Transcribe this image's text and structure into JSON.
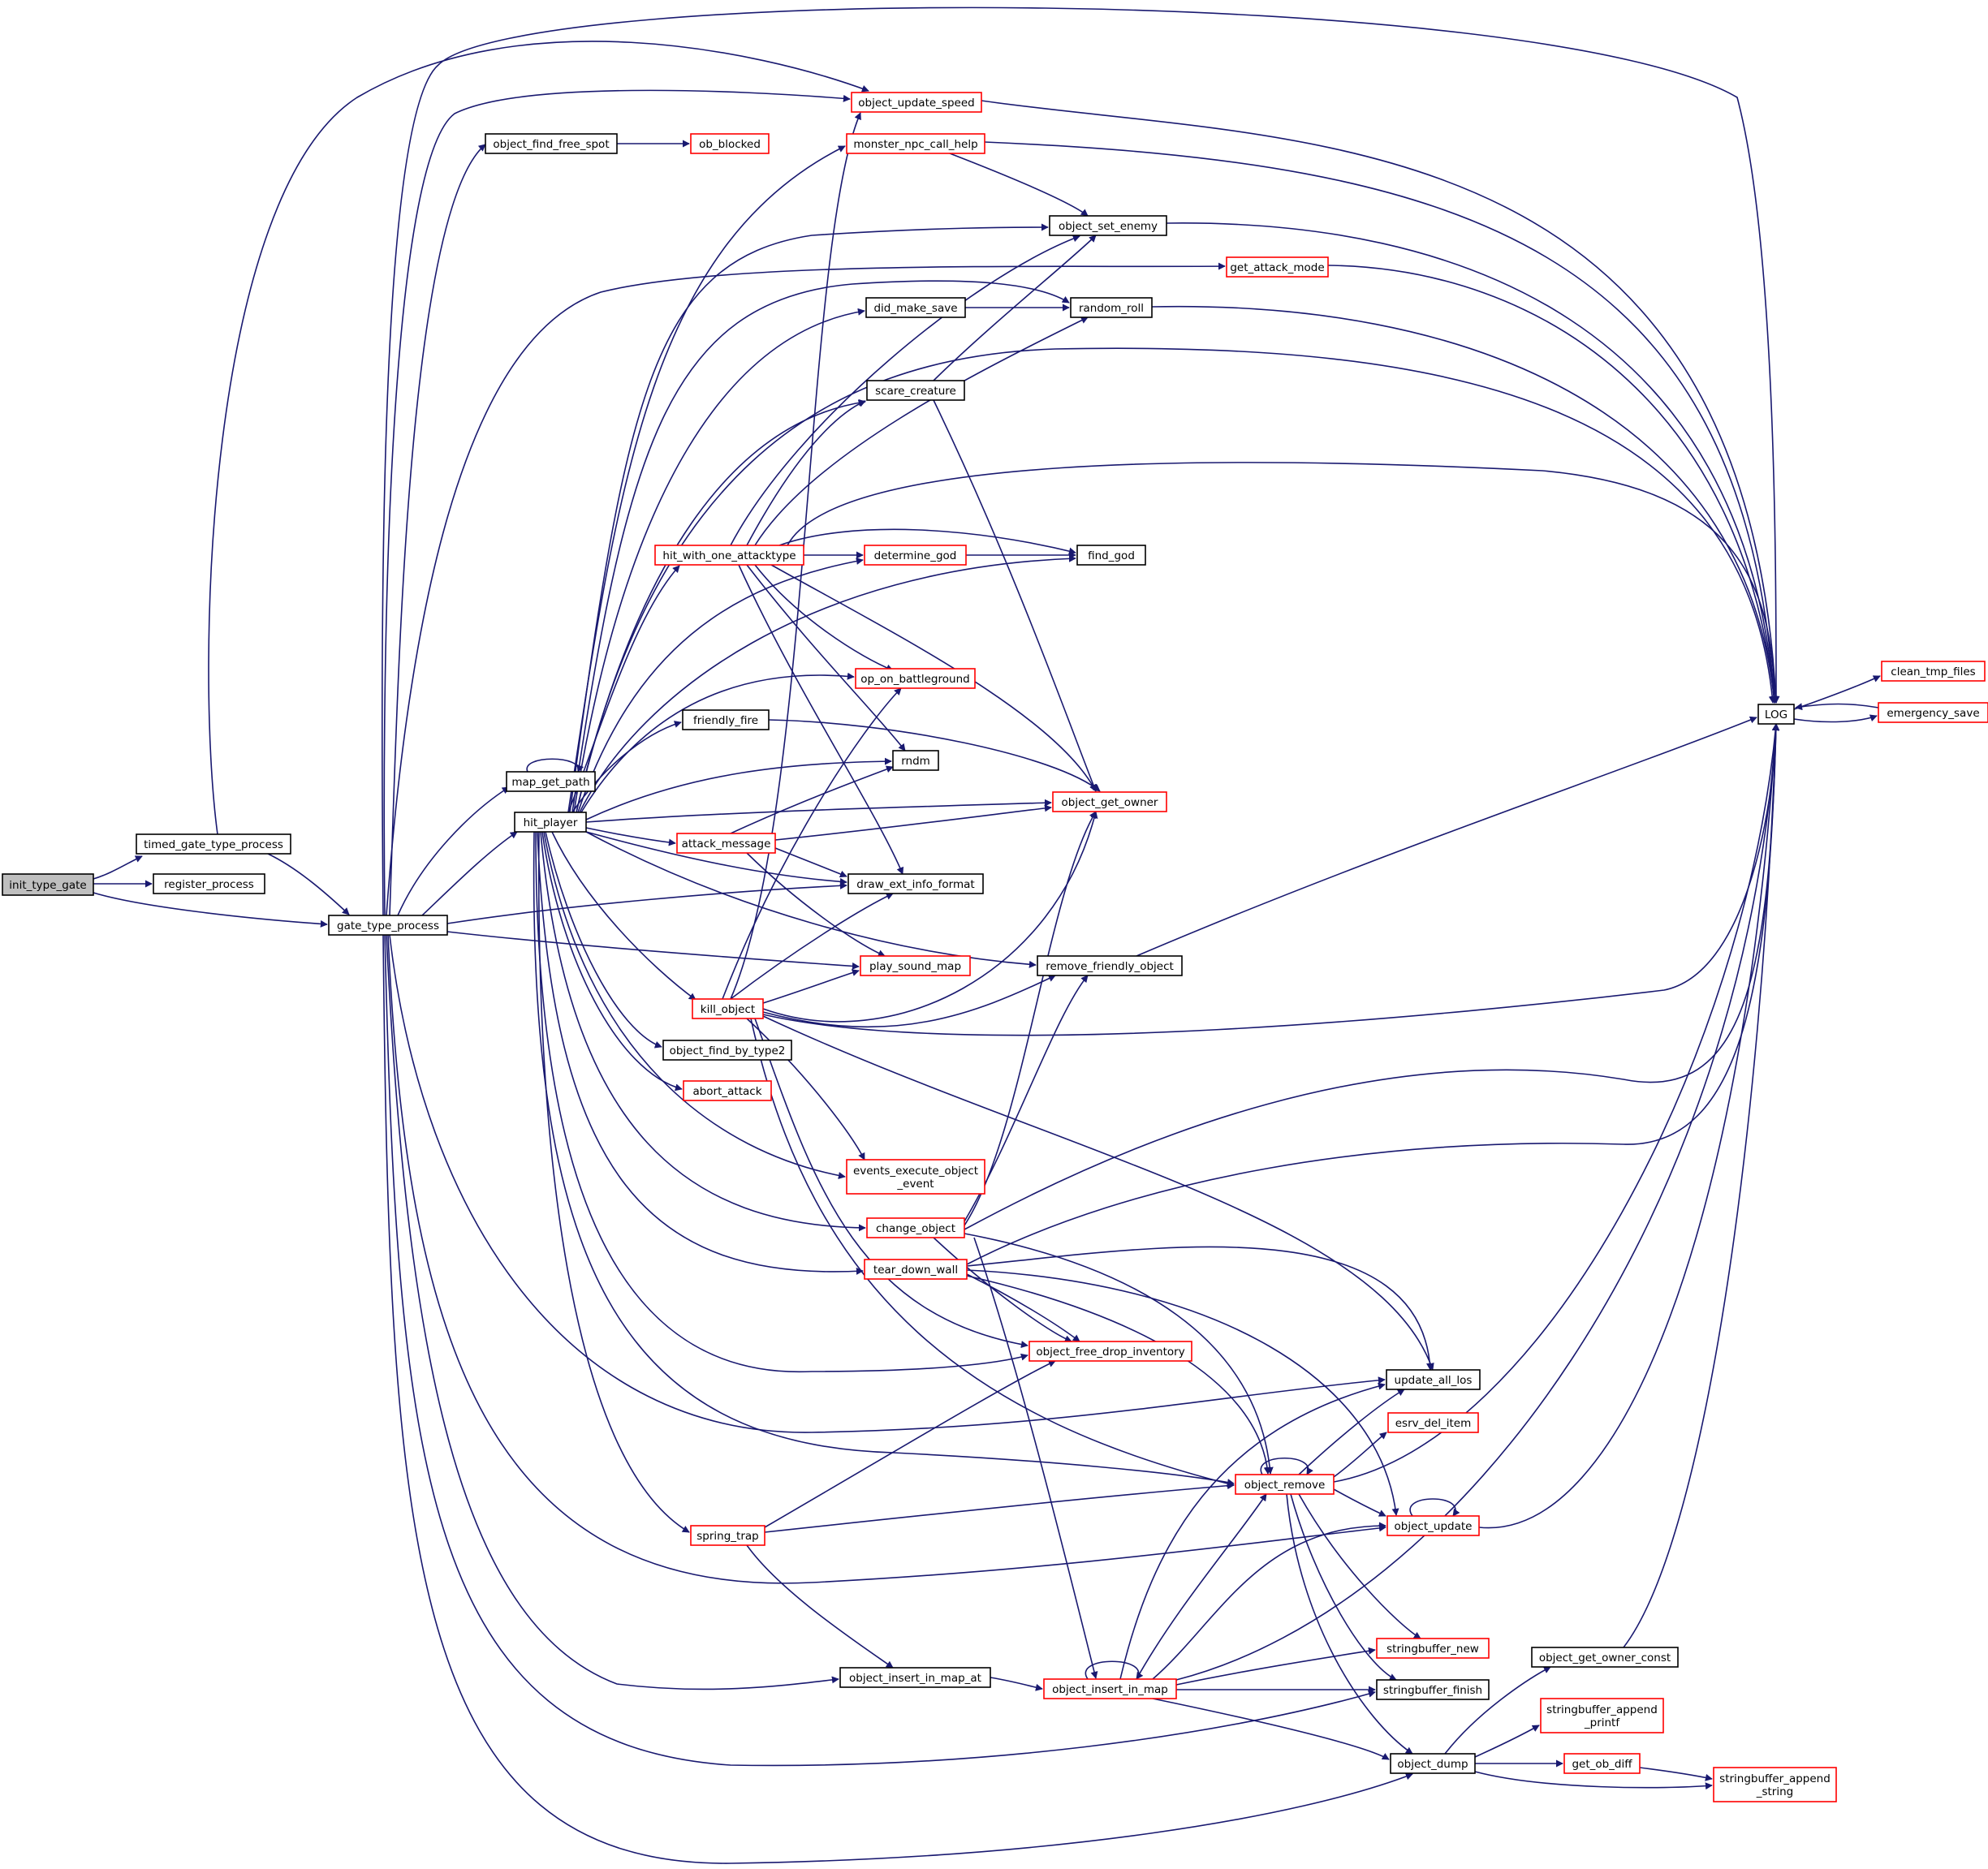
{
  "colors": {
    "edge": "#191970",
    "border_normal": "#000000",
    "border_truncated": "#ff0000",
    "fill_root": "#bfbfbf",
    "fill_node": "#ffffff"
  },
  "nodes": [
    {
      "id": "init_type_gate",
      "lines": [
        "init_type_gate"
      ],
      "style": "root"
    },
    {
      "id": "timed_gate_type_process",
      "lines": [
        "timed_gate_type_process"
      ],
      "style": "normal"
    },
    {
      "id": "register_process",
      "lines": [
        "register_process"
      ],
      "style": "normal"
    },
    {
      "id": "gate_type_process",
      "lines": [
        "gate_type_process"
      ],
      "style": "normal"
    },
    {
      "id": "object_find_free_spot",
      "lines": [
        "object_find_free_spot"
      ],
      "style": "normal"
    },
    {
      "id": "map_get_path",
      "lines": [
        "map_get_path"
      ],
      "style": "normal"
    },
    {
      "id": "hit_player",
      "lines": [
        "hit_player"
      ],
      "style": "normal"
    },
    {
      "id": "ob_blocked",
      "lines": [
        "ob_blocked"
      ],
      "style": "truncated"
    },
    {
      "id": "hit_with_one_attacktype",
      "lines": [
        "hit_with_one_attacktype"
      ],
      "style": "truncated"
    },
    {
      "id": "friendly_fire",
      "lines": [
        "friendly_fire"
      ],
      "style": "normal"
    },
    {
      "id": "attack_message",
      "lines": [
        "attack_message"
      ],
      "style": "truncated"
    },
    {
      "id": "kill_object",
      "lines": [
        "kill_object"
      ],
      "style": "truncated"
    },
    {
      "id": "object_find_by_type2",
      "lines": [
        "object_find_by_type2"
      ],
      "style": "normal"
    },
    {
      "id": "abort_attack",
      "lines": [
        "abort_attack"
      ],
      "style": "truncated"
    },
    {
      "id": "spring_trap",
      "lines": [
        "spring_trap"
      ],
      "style": "truncated"
    },
    {
      "id": "object_update_speed",
      "lines": [
        "object_update_speed"
      ],
      "style": "truncated"
    },
    {
      "id": "monster_npc_call_help",
      "lines": [
        "monster_npc_call_help"
      ],
      "style": "truncated"
    },
    {
      "id": "did_make_save",
      "lines": [
        "did_make_save"
      ],
      "style": "normal"
    },
    {
      "id": "scare_creature",
      "lines": [
        "scare_creature"
      ],
      "style": "normal"
    },
    {
      "id": "determine_god",
      "lines": [
        "determine_god"
      ],
      "style": "truncated"
    },
    {
      "id": "op_on_battleground",
      "lines": [
        "op_on_battleground"
      ],
      "style": "truncated"
    },
    {
      "id": "rndm",
      "lines": [
        "rndm"
      ],
      "style": "normal"
    },
    {
      "id": "draw_ext_info_format",
      "lines": [
        "draw_ext_info_format"
      ],
      "style": "normal"
    },
    {
      "id": "play_sound_map",
      "lines": [
        "play_sound_map"
      ],
      "style": "truncated"
    },
    {
      "id": "events_execute_object_event",
      "lines": [
        "events_execute_object",
        "_event"
      ],
      "style": "truncated"
    },
    {
      "id": "change_object",
      "lines": [
        "change_object"
      ],
      "style": "truncated"
    },
    {
      "id": "tear_down_wall",
      "lines": [
        "tear_down_wall"
      ],
      "style": "truncated"
    },
    {
      "id": "object_insert_in_map_at",
      "lines": [
        "object_insert_in_map_at"
      ],
      "style": "normal"
    },
    {
      "id": "object_set_enemy",
      "lines": [
        "object_set_enemy"
      ],
      "style": "normal"
    },
    {
      "id": "get_attack_mode",
      "lines": [
        "get_attack_mode"
      ],
      "style": "truncated"
    },
    {
      "id": "random_roll",
      "lines": [
        "random_roll"
      ],
      "style": "normal"
    },
    {
      "id": "find_god",
      "lines": [
        "find_god"
      ],
      "style": "normal"
    },
    {
      "id": "object_get_owner",
      "lines": [
        "object_get_owner"
      ],
      "style": "truncated"
    },
    {
      "id": "remove_friendly_object",
      "lines": [
        "remove_friendly_object"
      ],
      "style": "normal"
    },
    {
      "id": "object_free_drop_inventory",
      "lines": [
        "object_free_drop_inventory"
      ],
      "style": "truncated"
    },
    {
      "id": "object_insert_in_map",
      "lines": [
        "object_insert_in_map"
      ],
      "style": "truncated"
    },
    {
      "id": "update_all_los",
      "lines": [
        "update_all_los"
      ],
      "style": "normal"
    },
    {
      "id": "esrv_del_item",
      "lines": [
        "esrv_del_item"
      ],
      "style": "truncated"
    },
    {
      "id": "object_remove",
      "lines": [
        "object_remove"
      ],
      "style": "truncated"
    },
    {
      "id": "object_update",
      "lines": [
        "object_update"
      ],
      "style": "truncated"
    },
    {
      "id": "stringbuffer_new",
      "lines": [
        "stringbuffer_new"
      ],
      "style": "truncated"
    },
    {
      "id": "stringbuffer_finish",
      "lines": [
        "stringbuffer_finish"
      ],
      "style": "normal"
    },
    {
      "id": "object_dump",
      "lines": [
        "object_dump"
      ],
      "style": "normal"
    },
    {
      "id": "object_get_owner_const",
      "lines": [
        "object_get_owner_const"
      ],
      "style": "normal"
    },
    {
      "id": "stringbuffer_append_printf",
      "lines": [
        "stringbuffer_append",
        "_printf"
      ],
      "style": "truncated"
    },
    {
      "id": "get_ob_diff",
      "lines": [
        "get_ob_diff"
      ],
      "style": "truncated"
    },
    {
      "id": "stringbuffer_append_string",
      "lines": [
        "stringbuffer_append",
        "_string"
      ],
      "style": "truncated"
    },
    {
      "id": "LOG",
      "lines": [
        "LOG"
      ],
      "style": "normal"
    },
    {
      "id": "clean_tmp_files",
      "lines": [
        "clean_tmp_files"
      ],
      "style": "truncated"
    },
    {
      "id": "emergency_save",
      "lines": [
        "emergency_save"
      ],
      "style": "truncated"
    }
  ]
}
